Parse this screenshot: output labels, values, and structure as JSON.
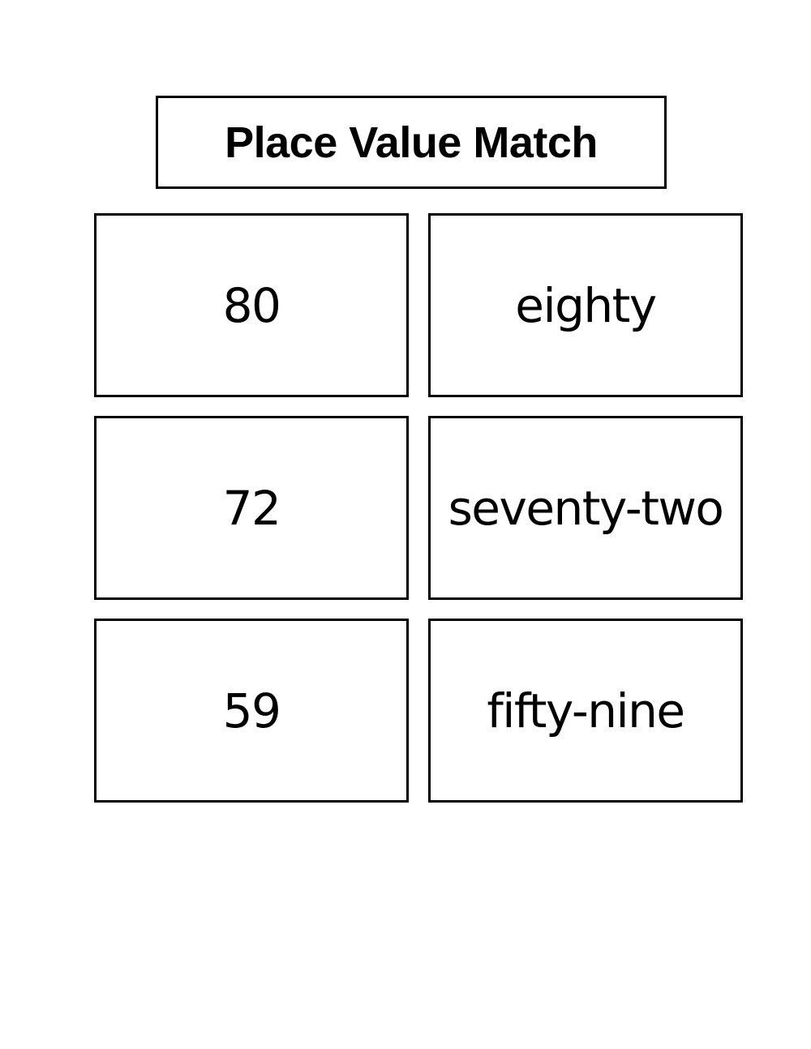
{
  "page": {
    "title": "Place Value Match"
  },
  "colors": {
    "background": "#ffffff",
    "border": "#000000",
    "text": "#000000"
  },
  "rows": [
    {
      "number": "80",
      "word": "eighty"
    },
    {
      "number": "72",
      "word": "seventy-two"
    },
    {
      "number": "59",
      "word": "fifty-nine"
    }
  ]
}
